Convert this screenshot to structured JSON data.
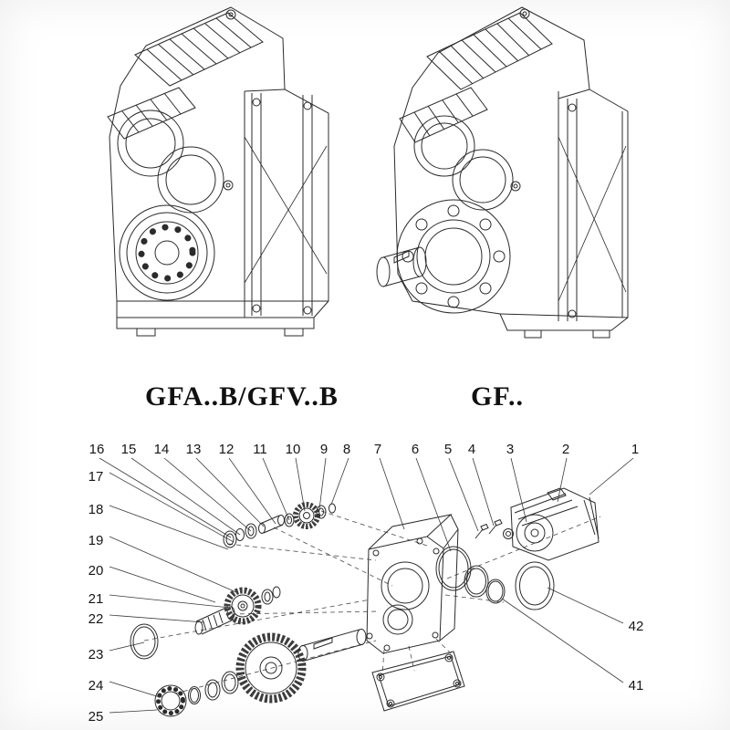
{
  "captions": {
    "left": "GFA..B/GFV..B",
    "right": "GF.."
  },
  "callouts": {
    "top_row": [
      "16",
      "15",
      "14",
      "13",
      "12",
      "11",
      "10",
      "9",
      "8",
      "7",
      "6",
      "5",
      "4",
      "3",
      "2",
      "1"
    ],
    "left_column": [
      "17",
      "18",
      "19",
      "20",
      "21",
      "22",
      "23",
      "24",
      "25"
    ],
    "right_column": [
      "42",
      "41"
    ]
  },
  "colors": {
    "line": "#2b2b2b",
    "paper": "#ffffff"
  }
}
